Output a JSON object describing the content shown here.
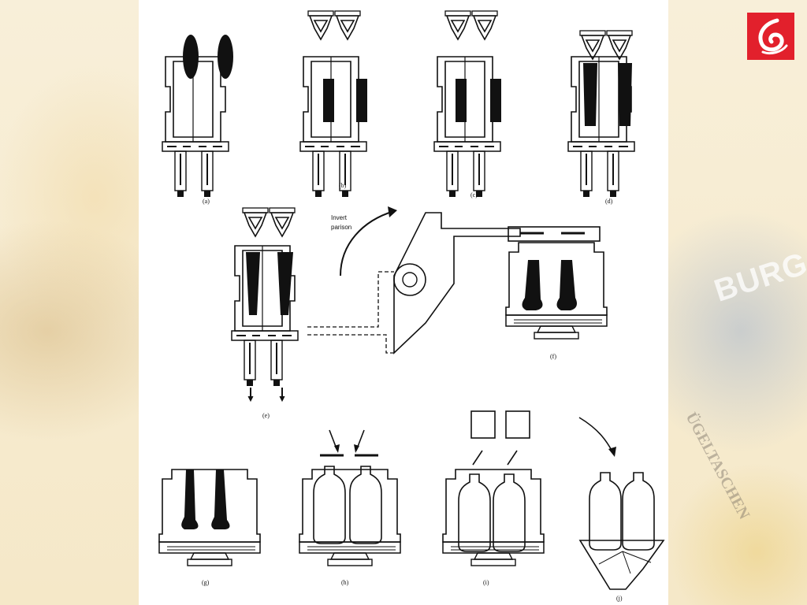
{
  "slide": {
    "background_brand_text": "BURG",
    "background_product_text": "ÜGELTASCHEN",
    "accent_color": "#e2202c",
    "logo_icon": "swirl-logo-icon"
  },
  "diagram": {
    "panels": [
      {
        "id": "a",
        "label": "(a)"
      },
      {
        "id": "b",
        "label": "(b)"
      },
      {
        "id": "c",
        "label": "(c)"
      },
      {
        "id": "d",
        "label": "(d)"
      },
      {
        "id": "e",
        "label": "(e)"
      },
      {
        "id": "f",
        "label": "(f)"
      },
      {
        "id": "g",
        "label": "(g)"
      },
      {
        "id": "h",
        "label": "(h)"
      },
      {
        "id": "i",
        "label": "(i)"
      },
      {
        "id": "j",
        "label": "(j)"
      }
    ],
    "invert_note_line1": "Invert",
    "invert_note_line2": "parison"
  }
}
